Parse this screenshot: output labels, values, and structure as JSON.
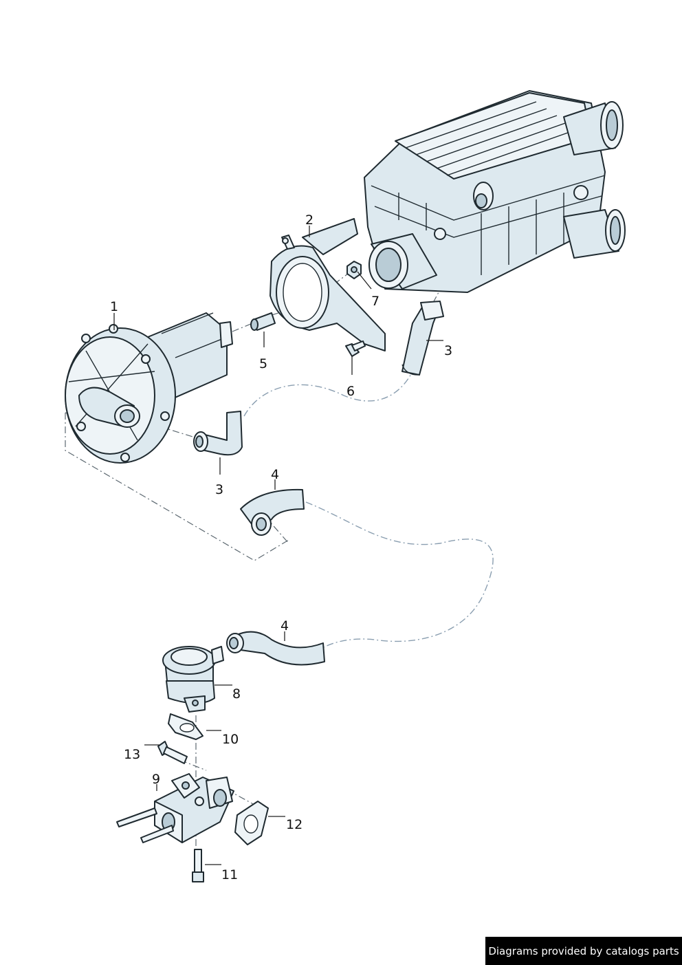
{
  "callouts": {
    "c1": "1",
    "c2": "2",
    "c3a": "3",
    "c3b": "3",
    "c4a": "4",
    "c4b": "4",
    "c5": "5",
    "c6": "6",
    "c7": "7",
    "c8": "8",
    "c9": "9",
    "c10": "10",
    "c11": "11",
    "c12": "12",
    "c13": "13"
  },
  "watermark": "Diagrams provided by catalogs parts",
  "colors": {
    "part_fill": "#dde9ef",
    "outline": "#1f2a30",
    "background": "#ffffff",
    "watermark_bg": "#000000",
    "watermark_text": "#ffffff"
  }
}
